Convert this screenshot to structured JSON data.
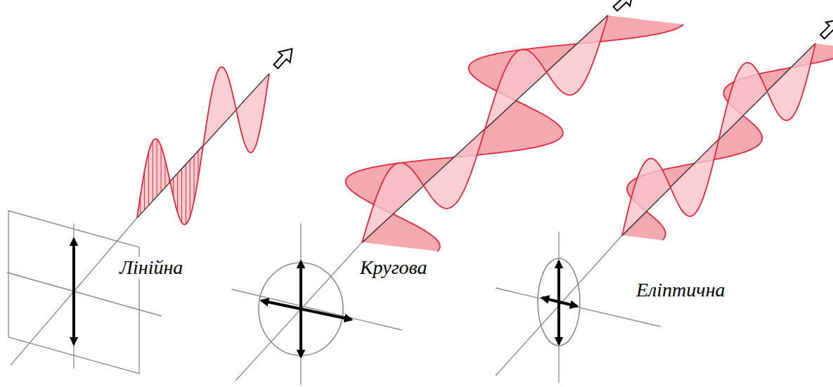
{
  "diagram": {
    "labels": [
      "Лінійна",
      "Кругова",
      "Еліптична"
    ]
  }
}
